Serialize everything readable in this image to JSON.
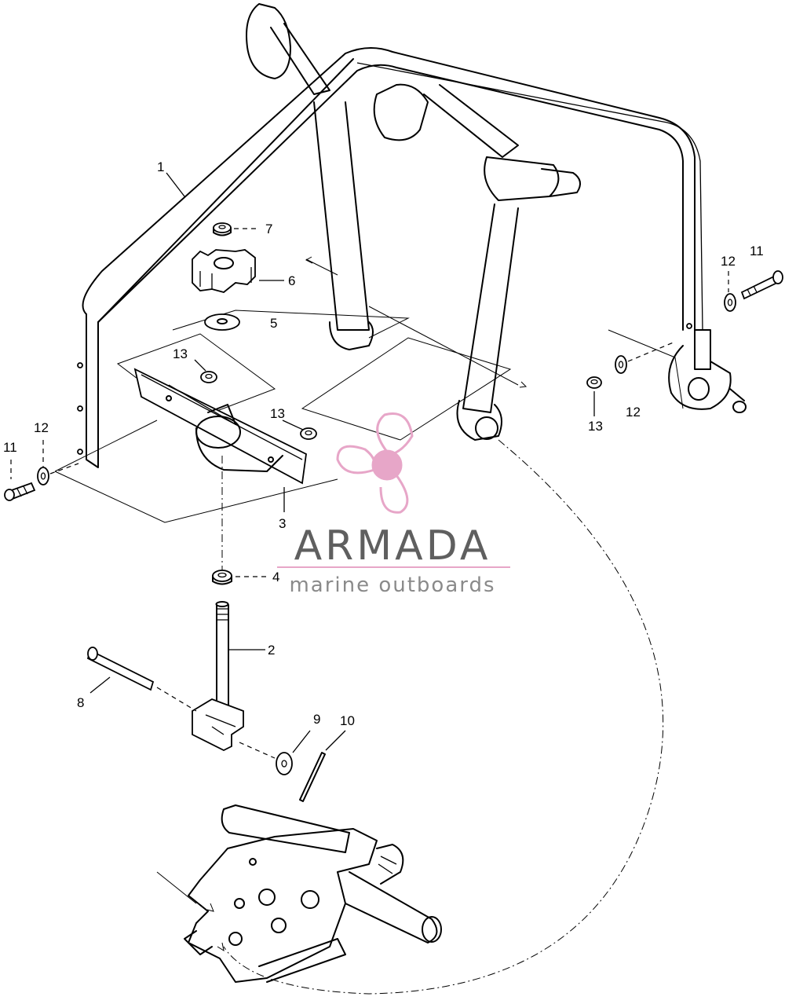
{
  "callouts": {
    "c1": "1",
    "c2": "2",
    "c3": "3",
    "c4": "4",
    "c5": "5",
    "c6": "6",
    "c7": "7",
    "c8": "8",
    "c9": "9",
    "c10": "10",
    "c11_left": "11",
    "c11_right": "11",
    "c12_left": "12",
    "c12_right_top": "12",
    "c12_right_bottom": "12",
    "c13_upper": "13",
    "c13_middle": "13",
    "c13_right": "13"
  },
  "watermark": {
    "name": "ARMADA",
    "tagline": "marine outboards",
    "logo_icon": "propeller-icon",
    "colors": {
      "logo": "#e7a6c8",
      "name": "#5f5f5f",
      "tagline": "#8a8a8a",
      "underline": "#e7a6c8"
    }
  }
}
